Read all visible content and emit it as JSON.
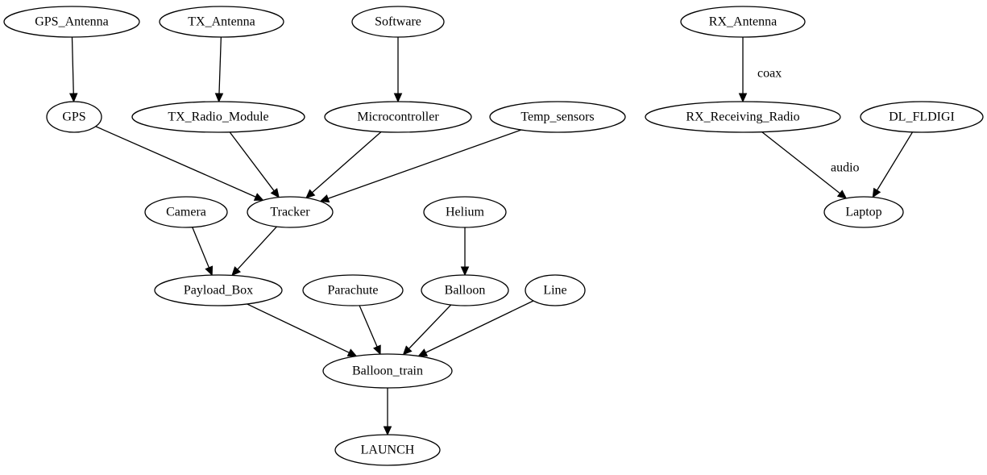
{
  "diagram": {
    "nodes": [
      {
        "id": "gps_antenna",
        "label": "GPS_Antenna"
      },
      {
        "id": "tx_antenna",
        "label": "TX_Antenna"
      },
      {
        "id": "software",
        "label": "Software"
      },
      {
        "id": "rx_antenna",
        "label": "RX_Antenna"
      },
      {
        "id": "gps",
        "label": "GPS"
      },
      {
        "id": "tx_radio_module",
        "label": "TX_Radio_Module"
      },
      {
        "id": "microcontroller",
        "label": "Microcontroller"
      },
      {
        "id": "temp_sensors",
        "label": "Temp_sensors"
      },
      {
        "id": "rx_receiving_radio",
        "label": "RX_Receiving_Radio"
      },
      {
        "id": "dl_fldigi",
        "label": "DL_FLDIGI"
      },
      {
        "id": "camera",
        "label": "Camera"
      },
      {
        "id": "tracker",
        "label": "Tracker"
      },
      {
        "id": "helium",
        "label": "Helium"
      },
      {
        "id": "laptop",
        "label": "Laptop"
      },
      {
        "id": "payload_box",
        "label": "Payload_Box"
      },
      {
        "id": "parachute",
        "label": "Parachute"
      },
      {
        "id": "balloon",
        "label": "Balloon"
      },
      {
        "id": "line",
        "label": "Line"
      },
      {
        "id": "balloon_train",
        "label": "Balloon_train"
      },
      {
        "id": "launch",
        "label": "LAUNCH"
      }
    ],
    "edges": [
      {
        "from": "gps_antenna",
        "to": "gps"
      },
      {
        "from": "tx_antenna",
        "to": "tx_radio_module"
      },
      {
        "from": "software",
        "to": "microcontroller"
      },
      {
        "from": "rx_antenna",
        "to": "rx_receiving_radio",
        "label": "coax"
      },
      {
        "from": "gps",
        "to": "tracker"
      },
      {
        "from": "tx_radio_module",
        "to": "tracker"
      },
      {
        "from": "microcontroller",
        "to": "tracker"
      },
      {
        "from": "temp_sensors",
        "to": "tracker"
      },
      {
        "from": "rx_receiving_radio",
        "to": "laptop",
        "label": "audio"
      },
      {
        "from": "dl_fldigi",
        "to": "laptop"
      },
      {
        "from": "camera",
        "to": "payload_box"
      },
      {
        "from": "tracker",
        "to": "payload_box"
      },
      {
        "from": "helium",
        "to": "balloon"
      },
      {
        "from": "payload_box",
        "to": "balloon_train"
      },
      {
        "from": "parachute",
        "to": "balloon_train"
      },
      {
        "from": "balloon",
        "to": "balloon_train"
      },
      {
        "from": "line",
        "to": "balloon_train"
      },
      {
        "from": "balloon_train",
        "to": "launch"
      }
    ]
  }
}
